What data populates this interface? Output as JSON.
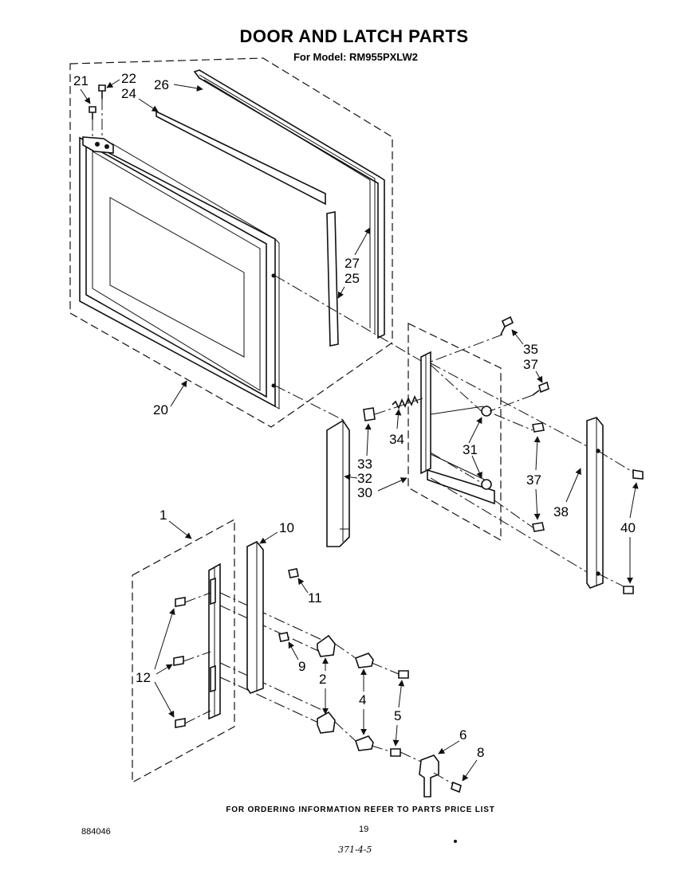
{
  "header": {
    "title": "DOOR AND LATCH PARTS",
    "model": "For Model: RM955PXLW2"
  },
  "callouts": {
    "c1": "1",
    "c2": "2",
    "c4": "4",
    "c5": "5",
    "c6": "6",
    "c8": "8",
    "c9": "9",
    "c10": "10",
    "c11": "11",
    "c12": "12",
    "c20": "20",
    "c21": "21",
    "c22": "22",
    "c24": "24",
    "c25": "25",
    "c26": "26",
    "c27": "27",
    "c30": "30",
    "c31": "31",
    "c32": "32",
    "c33": "33",
    "c34": "34",
    "c35": "35",
    "c37a": "37",
    "c37b": "37",
    "c38": "38",
    "c40": "40"
  },
  "footer": {
    "ordering_note": "FOR ORDERING INFORMATION REFER TO PARTS PRICE LIST",
    "doc_number": "884046",
    "page_number": "19",
    "handwritten": "371-4-5"
  }
}
